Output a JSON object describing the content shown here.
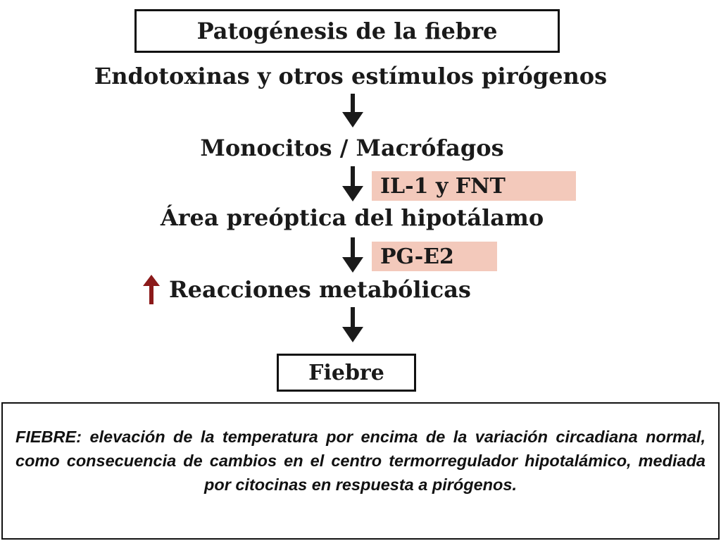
{
  "diagram": {
    "title": "Patogénesis de la fiebre",
    "nodes": {
      "stimulus": "Endotoxinas y otros estímulos pirógenos",
      "cells": "Monocitos / Macrófagos",
      "hypothalamus": "Área preóptica del hipotálamo",
      "metabolic": "Reacciones metabólicas",
      "result": "Fiebre"
    },
    "mediators": {
      "cytokines": "IL-1 y FNT",
      "prostaglandin": "PG-E2"
    },
    "arrows": {
      "flow_color": "#1a1a1a",
      "increase_color": "#8b1a1a"
    }
  },
  "definition": {
    "text": "FIEBRE: elevación de la temperatura por encima de la variación circadiana normal, como consecuencia de cambios en el centro termorregulador hipotalámico, mediada por citocinas en respuesta a pirógenos."
  }
}
